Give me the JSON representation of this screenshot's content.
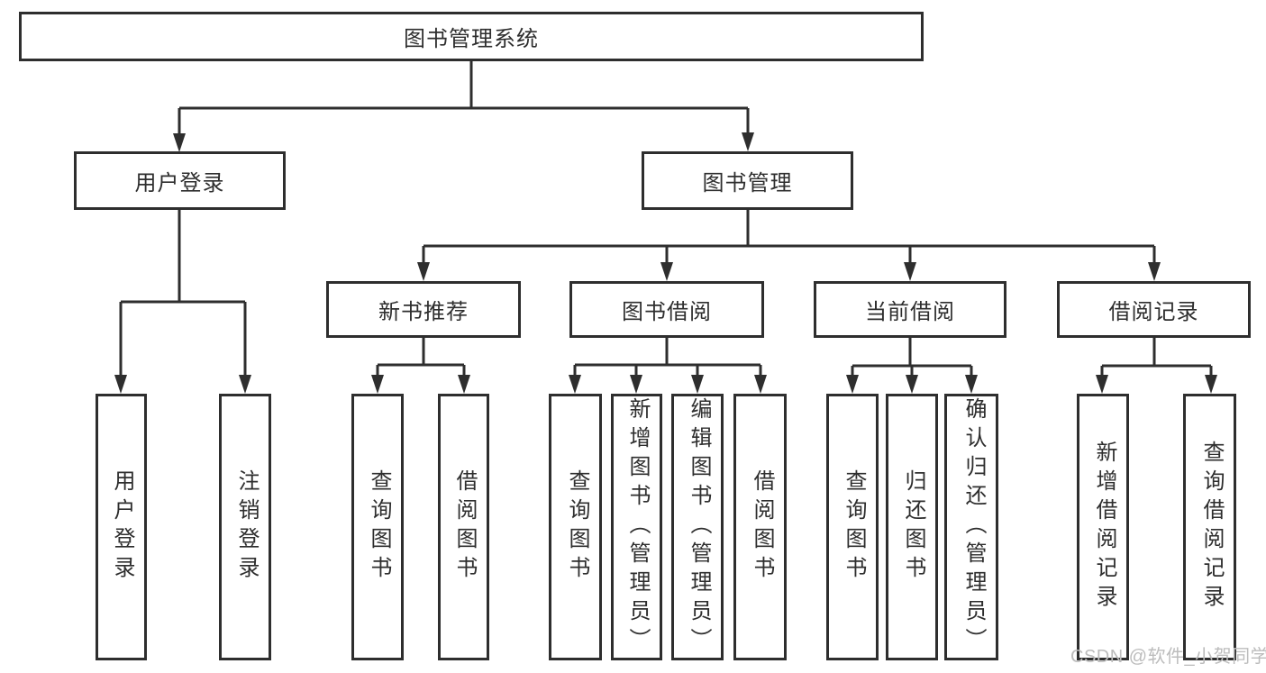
{
  "root": {
    "label": "图书管理系统"
  },
  "user_branch": {
    "label": "用户登录",
    "children": [
      {
        "label": "用户登录"
      },
      {
        "label": "注销登录"
      }
    ]
  },
  "book_branch": {
    "label": "图书管理",
    "sections": [
      {
        "label": "新书推荐",
        "children": [
          {
            "label": "查询图书"
          },
          {
            "label": "借阅图书"
          }
        ]
      },
      {
        "label": "图书借阅",
        "children": [
          {
            "label": "查询图书"
          },
          {
            "label": "新增图书（管理员）"
          },
          {
            "label": "编辑图书（管理员）"
          },
          {
            "label": "借阅图书"
          }
        ]
      },
      {
        "label": "当前借阅",
        "children": [
          {
            "label": "查询图书"
          },
          {
            "label": "归还图书"
          },
          {
            "label": "确认归还（管理员）"
          }
        ]
      },
      {
        "label": "借阅记录",
        "children": [
          {
            "label": "新增借阅记录"
          },
          {
            "label": "查询借阅记录"
          }
        ]
      }
    ]
  },
  "watermark": {
    "text": "CSDN @软件_小贺同学"
  },
  "colors": {
    "line": "#2e2e2e",
    "box_border": "#2e2e2e",
    "box_fill": "#ffffff",
    "text": "#2e2e2e",
    "watermark": "#bcbcbc",
    "background": "#ffffff"
  }
}
